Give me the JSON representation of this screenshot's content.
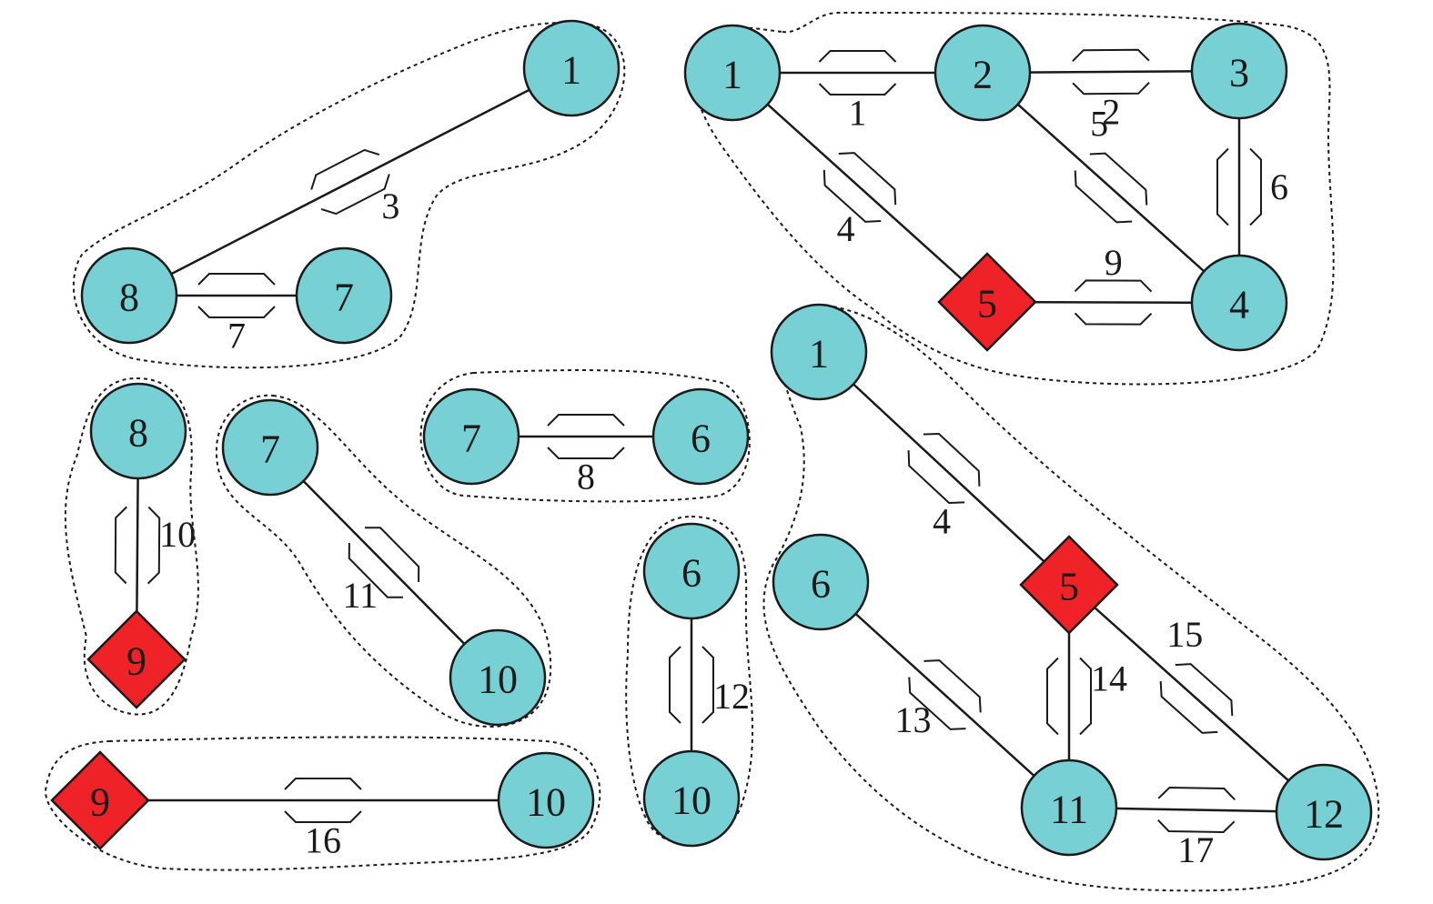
{
  "colors": {
    "circle_fill": "#77D1D4",
    "diamond_fill": "#EE2227",
    "stroke": "#1a1a1a"
  },
  "nodes": [
    {
      "id": "a1",
      "label": "1",
      "shape": "circle"
    },
    {
      "id": "a8",
      "label": "8",
      "shape": "circle"
    },
    {
      "id": "a7",
      "label": "7",
      "shape": "circle"
    },
    {
      "id": "b1",
      "label": "1",
      "shape": "circle"
    },
    {
      "id": "b2",
      "label": "2",
      "shape": "circle"
    },
    {
      "id": "b3",
      "label": "3",
      "shape": "circle"
    },
    {
      "id": "b4",
      "label": "4",
      "shape": "circle"
    },
    {
      "id": "b5",
      "label": "5",
      "shape": "diamond"
    },
    {
      "id": "c8",
      "label": "8",
      "shape": "circle"
    },
    {
      "id": "c9",
      "label": "9",
      "shape": "diamond"
    },
    {
      "id": "d7",
      "label": "7",
      "shape": "circle"
    },
    {
      "id": "d10",
      "label": "10",
      "shape": "circle"
    },
    {
      "id": "e7",
      "label": "7",
      "shape": "circle"
    },
    {
      "id": "e6",
      "label": "6",
      "shape": "circle"
    },
    {
      "id": "f6",
      "label": "6",
      "shape": "circle"
    },
    {
      "id": "f10",
      "label": "10",
      "shape": "circle"
    },
    {
      "id": "g9",
      "label": "9",
      "shape": "diamond"
    },
    {
      "id": "g10",
      "label": "10",
      "shape": "circle"
    },
    {
      "id": "h1",
      "label": "1",
      "shape": "circle"
    },
    {
      "id": "h5",
      "label": "5",
      "shape": "diamond"
    },
    {
      "id": "h6",
      "label": "6",
      "shape": "circle"
    },
    {
      "id": "h11",
      "label": "11",
      "shape": "circle"
    },
    {
      "id": "h12",
      "label": "12",
      "shape": "circle"
    }
  ],
  "edges": [
    {
      "from": "a8",
      "to": "a1",
      "label": "3"
    },
    {
      "from": "a8",
      "to": "a7",
      "label": "7"
    },
    {
      "from": "b1",
      "to": "b2",
      "label": "1"
    },
    {
      "from": "b2",
      "to": "b3",
      "label": "2"
    },
    {
      "from": "b1",
      "to": "b5",
      "label": "4"
    },
    {
      "from": "b2",
      "to": "b4",
      "label": "5"
    },
    {
      "from": "b3",
      "to": "b4",
      "label": "6"
    },
    {
      "from": "b5",
      "to": "b4",
      "label": "9"
    },
    {
      "from": "c8",
      "to": "c9",
      "label": "10"
    },
    {
      "from": "d7",
      "to": "d10",
      "label": "11"
    },
    {
      "from": "e7",
      "to": "e6",
      "label": "8"
    },
    {
      "from": "f6",
      "to": "f10",
      "label": "12"
    },
    {
      "from": "g9",
      "to": "g10",
      "label": "16"
    },
    {
      "from": "h1",
      "to": "h5",
      "label": "4"
    },
    {
      "from": "h6",
      "to": "h11",
      "label": "13"
    },
    {
      "from": "h5",
      "to": "h11",
      "label": "14"
    },
    {
      "from": "h5",
      "to": "h12",
      "label": "15"
    },
    {
      "from": "h11",
      "to": "h12",
      "label": "17"
    }
  ]
}
